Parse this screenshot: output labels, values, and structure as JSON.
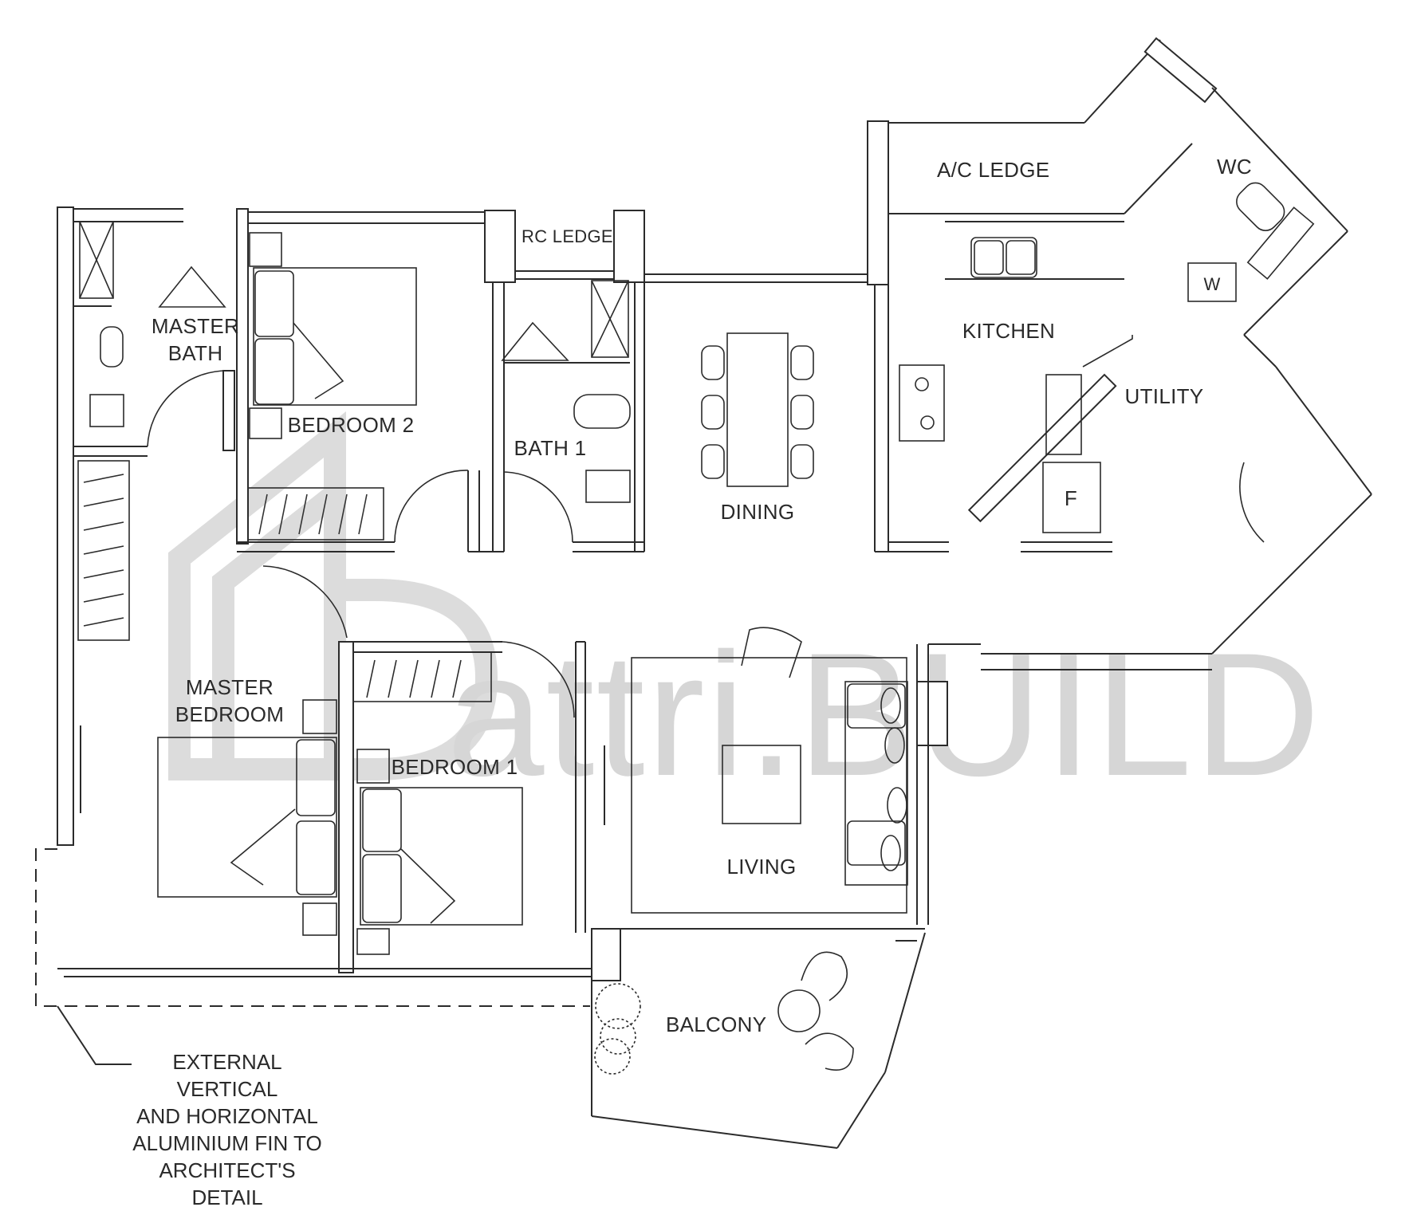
{
  "rooms": {
    "master_bath": "MASTER\nBATH",
    "bedroom_2": "BEDROOM 2",
    "rc_ledge": "RC LEDGE",
    "bath_1": "BATH 1",
    "dining": "DINING",
    "ac_ledge": "A/C LEDGE",
    "wc": "WC",
    "w": "W",
    "kitchen": "KITCHEN",
    "utility": "UTILITY",
    "f": "F",
    "master_bedroom": "MASTER\nBEDROOM",
    "bedroom_1": "BEDROOM 1",
    "living": "LIVING",
    "balcony": "BALCONY"
  },
  "note": "EXTERNAL VERTICAL\nAND HORIZONTAL\nALUMINIUM FIN TO\nARCHITECT'S DETAIL",
  "watermark": "attri.BUILD",
  "colors": {
    "line": "#2b2b2b",
    "wall_fill": "#ffffff",
    "watermark": "#d6d6d6"
  }
}
